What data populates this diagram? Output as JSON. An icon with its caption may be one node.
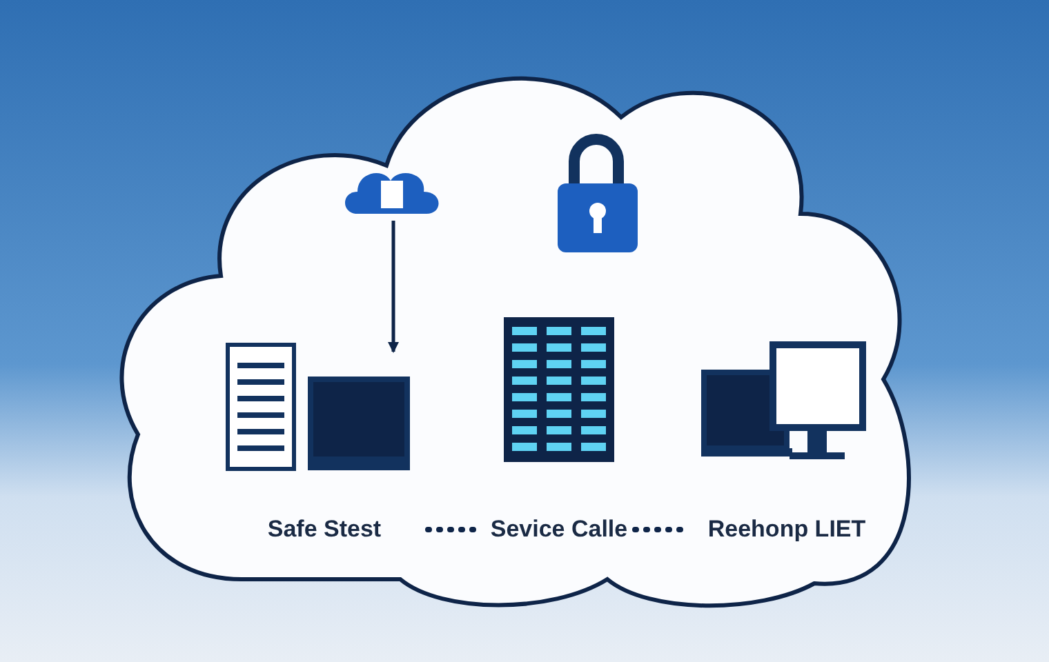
{
  "diagram": {
    "nodes": [
      {
        "text": [],
        "shape": "cloud"
      },
      {
        "text": [],
        "shape": "picture",
        "in": 0
      },
      {
        "text": [],
        "shape": "picture",
        "in": 0
      },
      {
        "text": [
          "Safe Stest"
        ],
        "in": 0
      },
      {
        "text": [
          "Sevice Calle"
        ],
        "in": 0
      },
      {
        "text": [
          "Reehonp LIET"
        ],
        "in": 0
      }
    ],
    "edges": [
      {
        "from": 1,
        "to": 3,
        "arrow": "to"
      },
      {
        "from": 3,
        "to": 4,
        "arrow": "none",
        "style": "dashed"
      },
      {
        "from": 4,
        "to": 5,
        "arrow": "none",
        "style": "dashed"
      }
    ]
  }
}
